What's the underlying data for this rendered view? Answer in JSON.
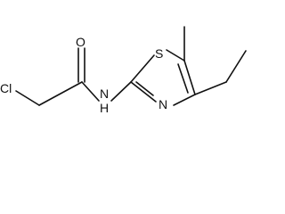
{
  "molecule": {
    "atoms": {
      "chlorine": "Cl",
      "oxygen": "O",
      "amide_nitrogen": "N",
      "amide_hydrogen": "H",
      "ring_sulfur": "S",
      "ring_nitrogen": "N"
    },
    "colors": {
      "bond": "#111111",
      "label": "#111111",
      "background": "#ffffff"
    }
  }
}
